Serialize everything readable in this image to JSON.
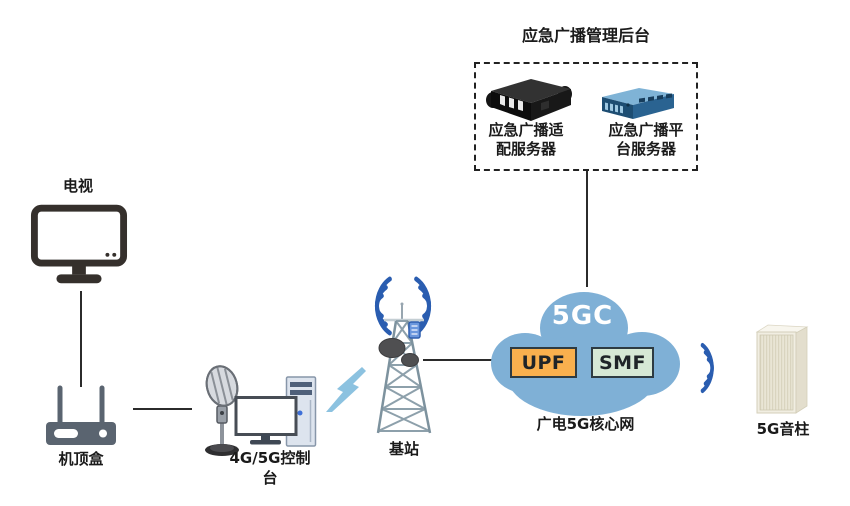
{
  "backend": {
    "title": "应急广播管理后台",
    "adapter_server": {
      "line1": "应急广播适",
      "line2": "配服务器"
    },
    "platform_server": {
      "line1": "应急广播平",
      "line2": "台服务器"
    }
  },
  "devices": {
    "tv_label": "电视",
    "stb_label": "机顶盒",
    "console_label_line1": "4G/5G控制",
    "console_label_line2": "台",
    "base_station_label": "基站",
    "speaker_label": "5G音柱"
  },
  "core_network": {
    "cloud_title": "5GC",
    "upf_label": "UPF",
    "smf_label": "SMF",
    "caption": "广电5G核心网"
  },
  "icons": {
    "tv": "tv-monitor-icon",
    "stb": "set-top-box-router-icon",
    "mic": "broadcast-microphone-icon",
    "computer": "desktop-computer-icon",
    "lightning": "wireless-lightning-bolt-icon",
    "tower": "cell-tower-icon",
    "signal": "radio-wave-arcs-icon",
    "cloud": "network-cloud-icon",
    "black_server": "adapter-server-icon",
    "blue_server": "platform-server-icon",
    "speaker": "sound-column-speaker-icon"
  },
  "colors": {
    "cloud_fill": "#7FB0D6",
    "signal_arc": "#2A5DB0",
    "upf_fill": "#F9B04E",
    "smf_fill": "#D6E8D5",
    "nf_border": "#2e3b42",
    "connector_line": "#2b2b2b",
    "dashed_border": "#222222",
    "lightning_fill": "#8cc2e0",
    "tv_body": "#35302c",
    "stb_body": "#5a6470",
    "label_text": "#1a1a1a",
    "cloud_title_text": "#ffffff"
  }
}
